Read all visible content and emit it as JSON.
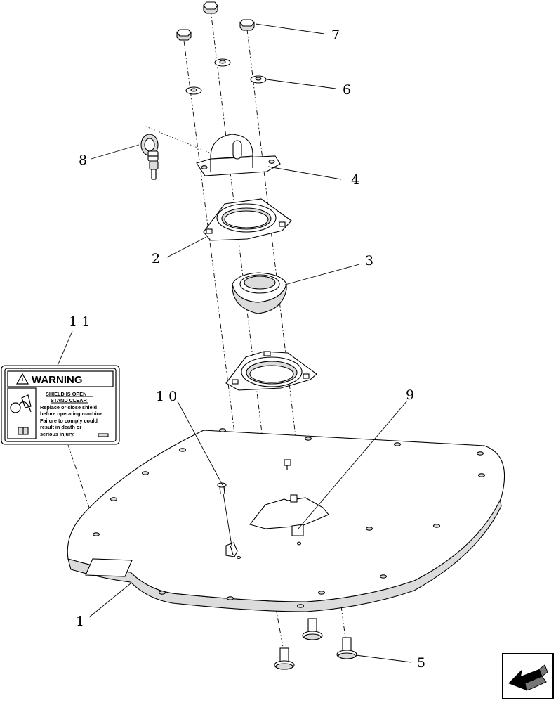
{
  "callouts": {
    "c1": "1",
    "c2": "2",
    "c3": "3",
    "c4": "4",
    "c5": "5",
    "c6": "6",
    "c7": "7",
    "c8": "8",
    "c9": "9",
    "c10": "1 0",
    "c11": "1 1"
  },
  "decal": {
    "title": "WARNING",
    "line1": "SHIELD IS OPEN",
    "line2": "STAND CLEAR",
    "line3": "Replace or close shield",
    "line4": "before operating machine.",
    "line5": "Failure to comply could",
    "line6": "result in death or",
    "line7": "serious injury."
  }
}
